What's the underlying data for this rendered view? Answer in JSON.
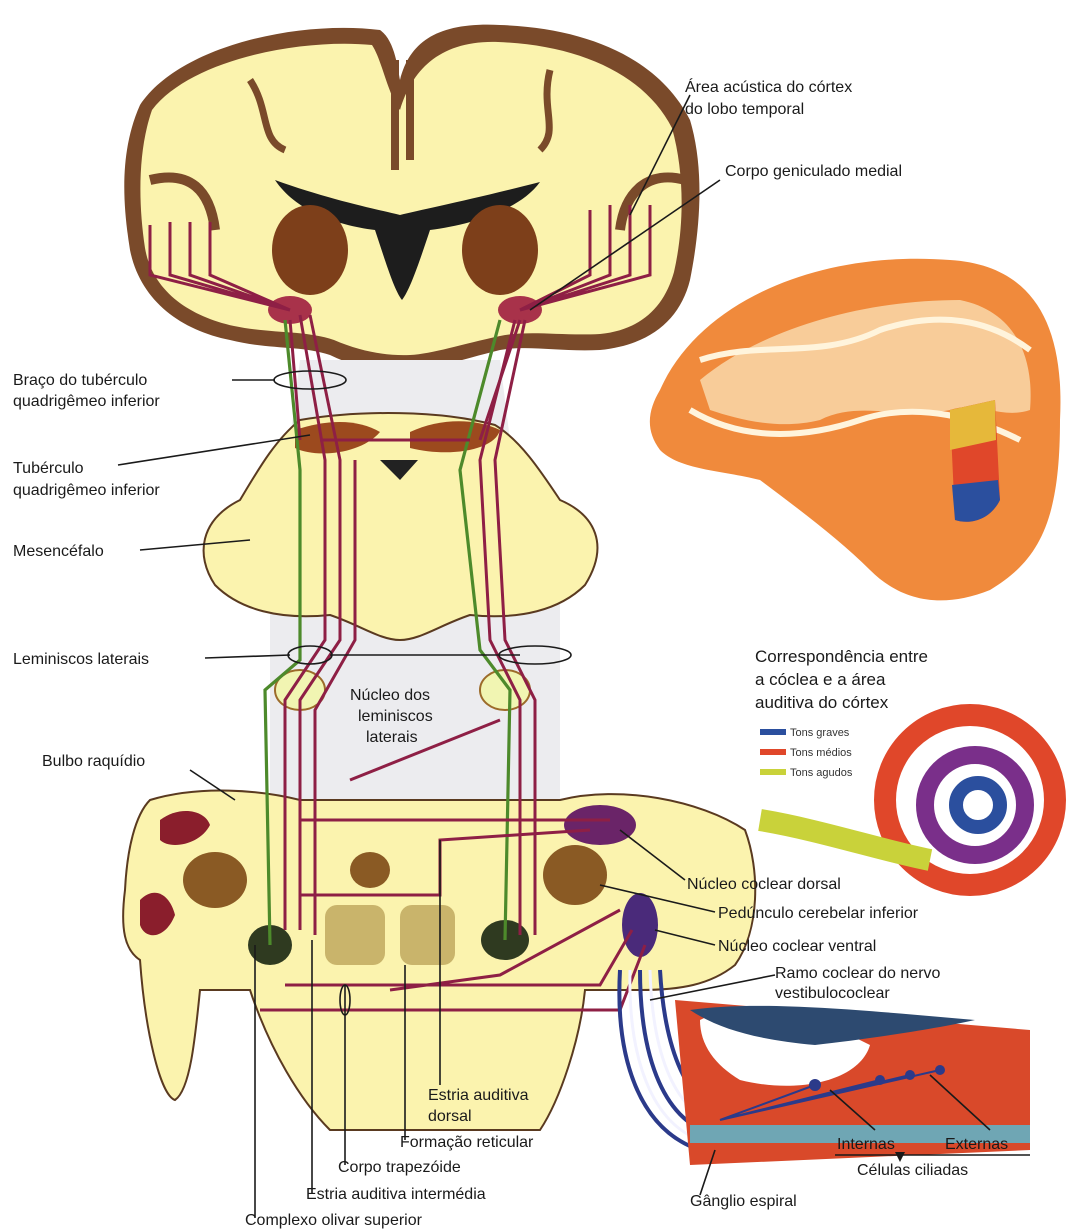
{
  "labels": {
    "acoustic_area_1": "Área acústica do córtex",
    "acoustic_area_2": "do lobo temporal",
    "medial_geniculate": "Corpo geniculado medial",
    "arm_colliculus_1": "Braço do tubérculo",
    "arm_colliculus_2": "quadrigêmeo inferior",
    "inf_colliculus_1": "Tubérculo",
    "inf_colliculus_2": "quadrigêmeo inferior",
    "midbrain": "Mesencéfalo",
    "lateral_lemnisci": "Leminiscos laterais",
    "nucleus_lemnisci_1": "Núcleo dos",
    "nucleus_lemnisci_2": "leminiscos",
    "nucleus_lemnisci_3": "laterais",
    "medulla": "Bulbo raquídio",
    "dorsal_cochlear": "Núcleo coclear dorsal",
    "inf_cerebellar_peduncle": "Pedúnculo cerebelar inferior",
    "ventral_cochlear": "Núcleo coclear ventral",
    "cochlear_branch_1": "Ramo coclear do nervo",
    "cochlear_branch_2": "vestibulococlear",
    "dorsal_stria_1": "Estria auditiva",
    "dorsal_stria_2": "dorsal",
    "reticular_formation": "Formação reticular",
    "trapezoid_body": "Corpo trapezóide",
    "intermediate_stria": "Estria auditiva intermédia",
    "superior_olivary": "Complexo olivar superior",
    "spiral_ganglion": "Gânglio espiral",
    "internal": "Internas",
    "external": "Externas",
    "hair_cells": "Células ciliadas"
  },
  "inset": {
    "title_1": "Correspondência entre",
    "title_2": "a cóclea e a área",
    "title_3": "auditiva do córtex",
    "legend": [
      {
        "label": "Tons graves",
        "color": "#2b4f9e"
      },
      {
        "label": "Tons médios",
        "color": "#e0472a"
      },
      {
        "label": "Tons agudos",
        "color": "#c9d23a"
      }
    ]
  },
  "colors": {
    "tissue": "#fbf3ae",
    "cortex_edge": "#7a4a2a",
    "nucleus_brown": "#7d3f1a",
    "pathway_red": "#8e1f45",
    "pathway_green": "#4d8a2b",
    "brain_orange": "#f08a3c"
  }
}
